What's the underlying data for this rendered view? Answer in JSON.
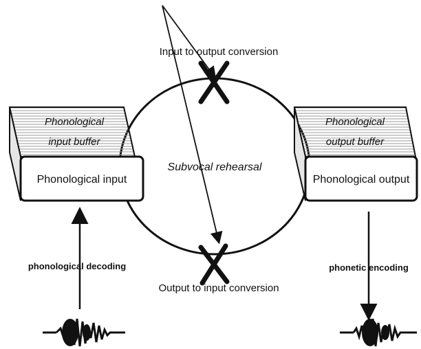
{
  "labels": {
    "input_to_output": "Input to output conversion",
    "output_to_input": "Output to input conversion",
    "subvocal": "Subvocal rehearsal",
    "input_buffer_line1": "Phonological",
    "input_buffer_line2": "input buffer",
    "output_buffer_line1": "Phonological",
    "output_buffer_line2": "output buffer",
    "input_box": "Phonological input",
    "output_box": "Phonological output",
    "decoding": "phonological decoding",
    "encoding": "phonetic encoding"
  },
  "colors": {
    "stroke": "#111111",
    "box_fill": "#ffffff",
    "hatch": "#9a9a9a",
    "side_shade": "#e6e6e6"
  },
  "icons": [
    "x-cross-icon",
    "x-cross-icon",
    "sound-wave-icon",
    "sound-wave-icon"
  ]
}
